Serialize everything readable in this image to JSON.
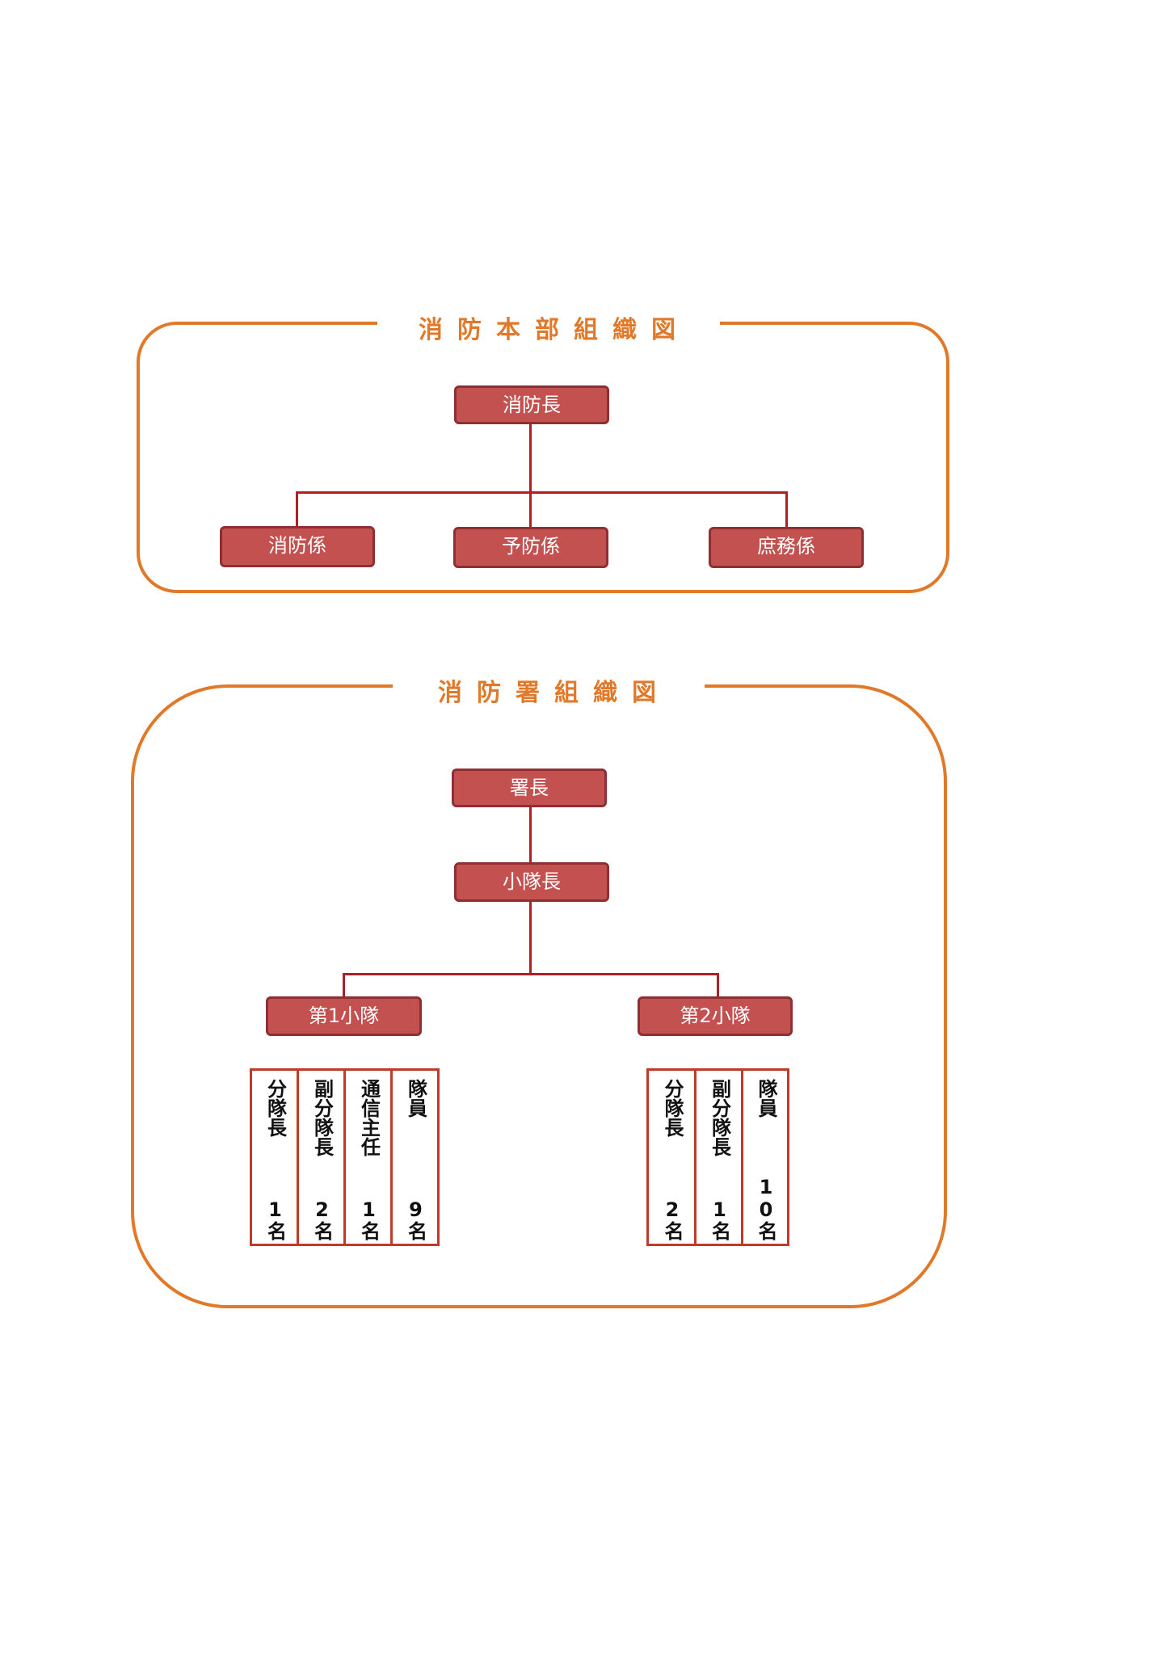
{
  "hq": {
    "title": "消防本部組織図",
    "chief": "消防長",
    "sections": [
      "消防係",
      "予防係",
      "庶務係"
    ]
  },
  "station": {
    "title": "消防署組織図",
    "head": "署長",
    "platoon_leader": "小隊長",
    "platoons": [
      {
        "name": "第1小隊",
        "members": [
          {
            "role": "分隊長",
            "count": "1名"
          },
          {
            "role": "副分隊長",
            "count": "2名"
          },
          {
            "role": "通信主任",
            "count": "1名"
          },
          {
            "role": "隊員",
            "count": "9名"
          }
        ]
      },
      {
        "name": "第2小隊",
        "members": [
          {
            "role": "分隊長",
            "count": "2名"
          },
          {
            "role": "副分隊長",
            "count": "1名"
          },
          {
            "role": "隊員",
            "count": "10名"
          }
        ]
      }
    ]
  },
  "colors": {
    "frame": "#e07a2a",
    "box_fill": "#c25150",
    "box_border": "#8e2f34",
    "connector": "#b01e26",
    "table_border": "#c0392b"
  }
}
